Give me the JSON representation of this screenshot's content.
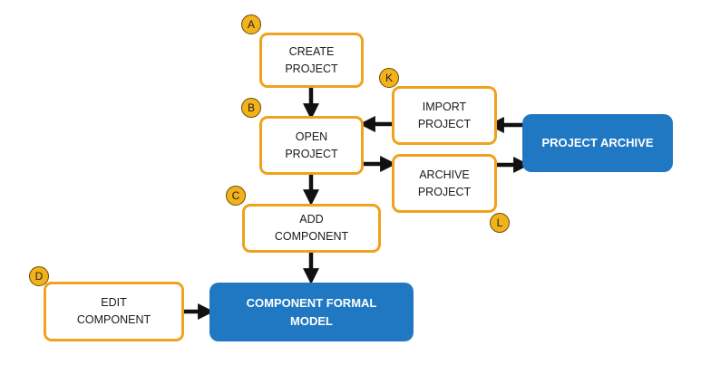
{
  "nodes": {
    "create_project": "CREATE\nPROJECT",
    "open_project": "OPEN\nPROJECT",
    "add_component": "ADD\nCOMPONENT",
    "edit_component": "EDIT\nCOMPONENT",
    "import_project": "IMPORT\nPROJECT",
    "archive_project": "ARCHIVE\nPROJECT",
    "project_archive": "PROJECT ARCHIVE",
    "component_formal_model": "COMPONENT FORMAL\nMODEL"
  },
  "badges": {
    "create_project": "A",
    "open_project": "B",
    "add_component": "C",
    "edit_component": "D",
    "import_project": "K",
    "archive_project": "L"
  },
  "colors": {
    "box_border": "#f0a21e",
    "badge_fill": "#f2b21c",
    "store_fill": "#2178c2",
    "arrow": "#111111"
  }
}
